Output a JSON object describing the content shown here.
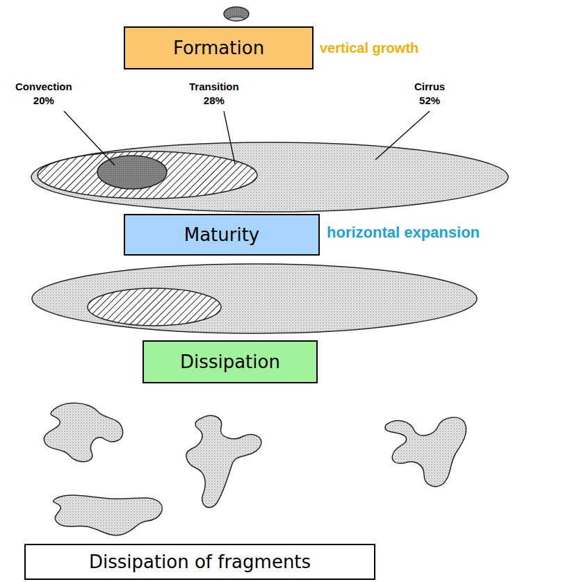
{
  "diagram": {
    "nodes": [
      {
        "text": [
          "Formation"
        ]
      },
      {
        "text": [
          "Maturity"
        ]
      },
      {
        "text": [
          "Dissipation"
        ]
      },
      {
        "text": [
          "Dissipation of fragments"
        ]
      }
    ],
    "labels": [
      "vertical growth",
      "Convection 20%",
      "Transition 28%",
      "Cirrus 52%",
      "horizontal expansion"
    ]
  }
}
